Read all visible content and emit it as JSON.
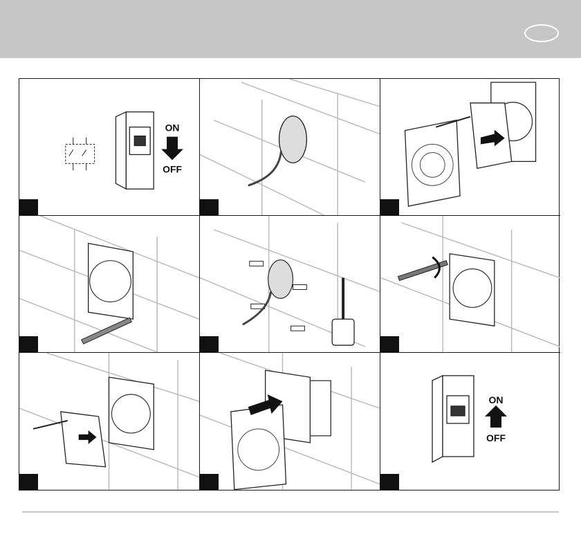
{
  "panels": [
    {
      "id": 1,
      "icon": "power-off-switch-illustration",
      "label_top": "ON",
      "label_bottom": "OFF"
    },
    {
      "id": 2,
      "icon": "wall-hole-with-cable-illustration"
    },
    {
      "id": 3,
      "icon": "unscrew-front-cover-illustration"
    },
    {
      "id": 4,
      "icon": "mark-wall-position-illustration"
    },
    {
      "id": 5,
      "icon": "drill-and-plugs-illustration"
    },
    {
      "id": 6,
      "icon": "screw-base-to-wall-illustration"
    },
    {
      "id": 7,
      "icon": "attach-inner-cover-illustration"
    },
    {
      "id": 8,
      "icon": "mount-front-panel-illustration"
    },
    {
      "id": 9,
      "icon": "power-on-switch-illustration",
      "label_top": "ON",
      "label_bottom": "OFF"
    }
  ]
}
